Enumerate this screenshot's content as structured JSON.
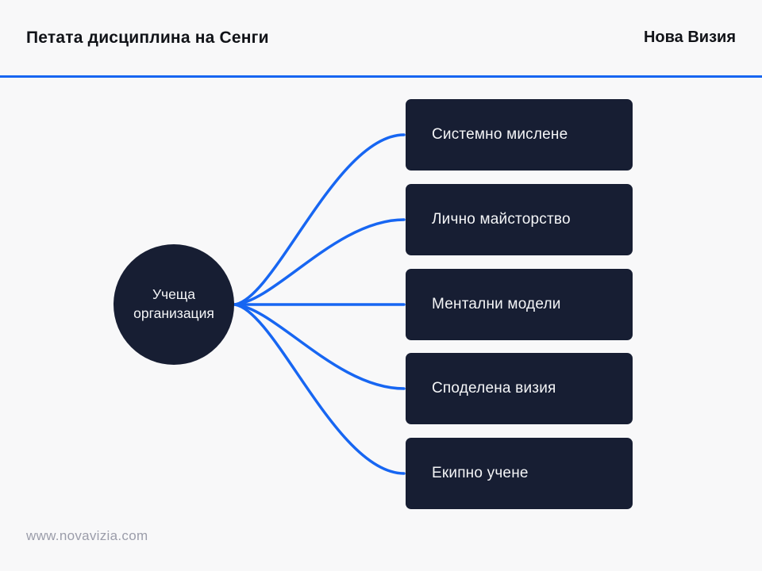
{
  "header": {
    "title": "Петата дисциплина на Сенги",
    "brand": "Нова Визия"
  },
  "diagram": {
    "hub": {
      "label": "Учеща организация"
    },
    "disciplines": [
      {
        "label": "Системно мислене"
      },
      {
        "label": "Лично майсторство"
      },
      {
        "label": "Ментални модели"
      },
      {
        "label": "Споделена визия"
      },
      {
        "label": "Екипно учене"
      }
    ]
  },
  "footer": {
    "website": "www.novavizia.com"
  },
  "theme": {
    "background": "#f8f8f9",
    "accent_blue": "#1766f2",
    "node_navy": "#171e33",
    "node_text": "#f4f5f7",
    "header_text": "#111318",
    "footer_text": "#9b9daa"
  }
}
